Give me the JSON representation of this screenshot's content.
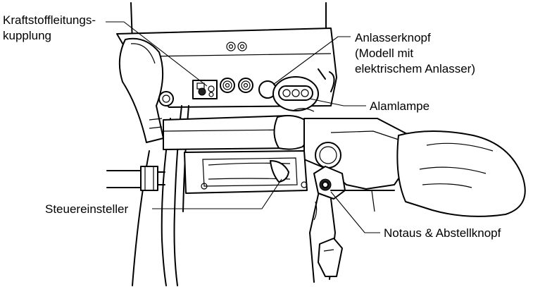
{
  "labels": {
    "fuel_coupling_line1": "Kraftstoffleitungs-",
    "fuel_coupling_line2": "kupplung",
    "starter_button_line1": "Anlasserknopf",
    "starter_button_line2": "(Modell mit",
    "starter_button_line3": "elektrischem Anlasser)",
    "alarm_lamp": "Alamlampe",
    "throttle_adjuster": "Steuereinsteller",
    "emergency_stop": "Notaus & Abstellknopf"
  }
}
